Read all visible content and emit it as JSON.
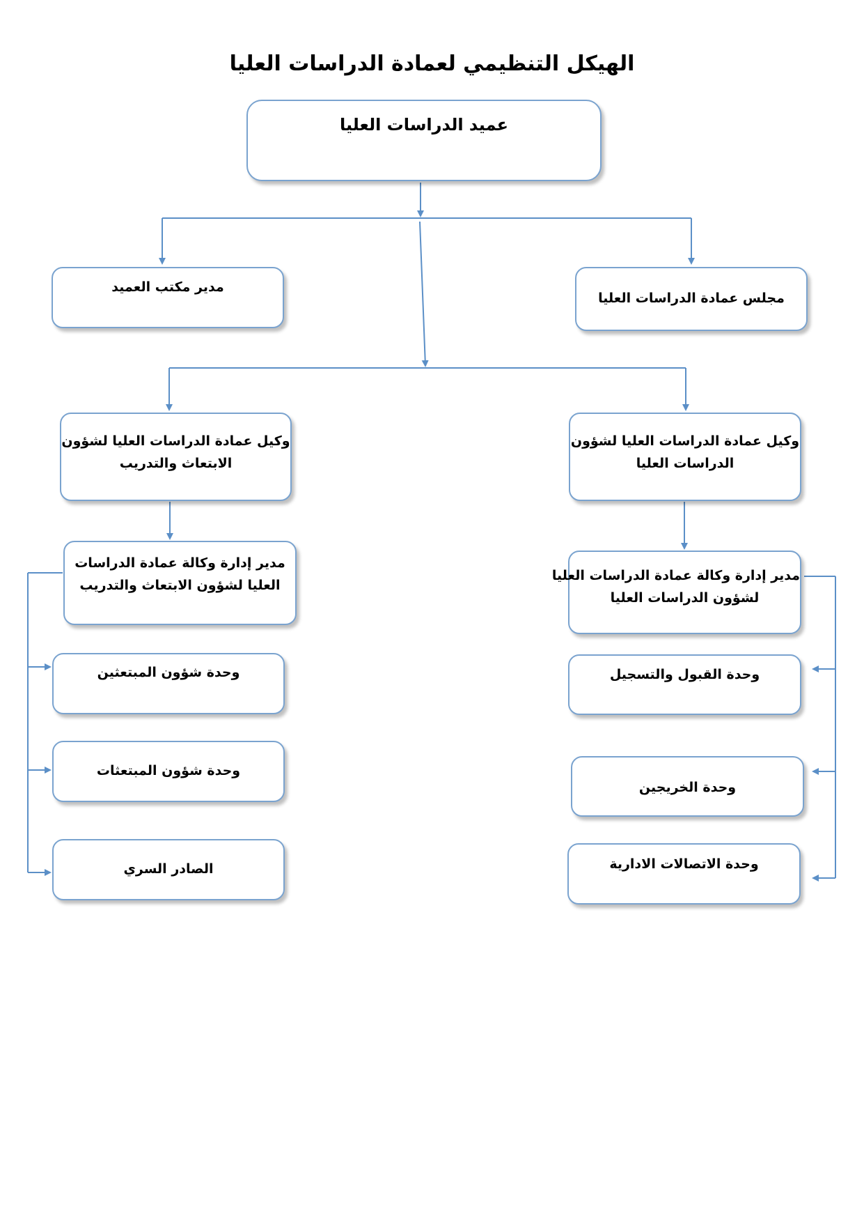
{
  "title": "الهيكل التنظيمي لعمادة الدراسات العليا",
  "colors": {
    "box_border": "#7aa3cf",
    "connector": "#5b8fc7"
  },
  "boxes": {
    "dean": {
      "lines": [
        "عميد الدراسات العليا"
      ]
    },
    "council": {
      "lines": [
        "مجلس عمادة الدراسات العليا"
      ]
    },
    "dean_office_manager": {
      "lines": [
        "مدير مكتب العميد"
      ]
    },
    "vice_dean_graduate": {
      "lines": [
        "وكيل عمادة الدراسات العليا لشؤون",
        "الدراسات العليا"
      ]
    },
    "vice_dean_scholarship": {
      "lines": [
        "وكيل عمادة الدراسات العليا لشؤون",
        "الابتعاث والتدريب"
      ]
    },
    "manager_graduate": {
      "lines": [
        "مدير إدارة وكالة عمادة الدراسات العليا",
        "لشؤون الدراسات العليا"
      ]
    },
    "manager_scholarship": {
      "lines": [
        "مدير إدارة وكالة عمادة الدراسات",
        "العليا لشؤون الابتعاث والتدريب"
      ]
    },
    "unit_admission": {
      "lines": [
        "وحدة القبول والتسجيل"
      ]
    },
    "unit_graduates": {
      "lines": [
        "وحدة الخريجين"
      ]
    },
    "unit_admin_comms": {
      "lines": [
        "وحدة الاتصالات الادارية"
      ]
    },
    "unit_scholars_male": {
      "lines": [
        "وحدة شؤون المبتعثين"
      ]
    },
    "unit_scholars_female": {
      "lines": [
        "وحدة شؤون المبتعثات"
      ]
    },
    "confidential_outgoing": {
      "lines": [
        "الصادر السري"
      ]
    }
  }
}
